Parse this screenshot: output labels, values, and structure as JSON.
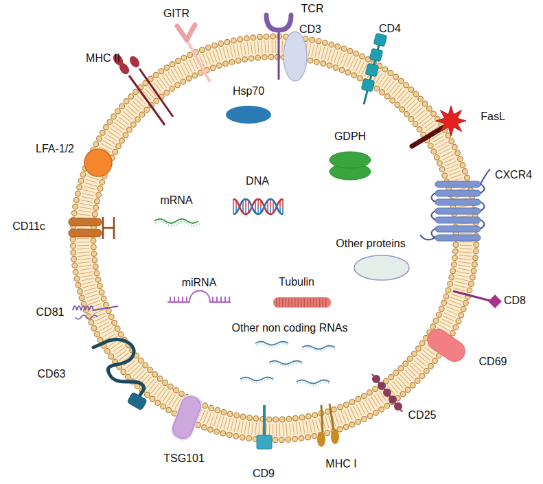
{
  "diagram": {
    "labels": [
      "TCR",
      "GITR",
      "CD3",
      "CD4",
      "MHC II",
      "Hsp70",
      "FasL",
      "GDPH",
      "LFA-1/2",
      "DNA",
      "mRNA",
      "CXCR4",
      "CD11c",
      "Other proteins",
      "miRNA",
      "Tubulin",
      "CD8",
      "CD81",
      "Other non coding RNAs",
      "CD69",
      "CD63",
      "CD25",
      "TSG101",
      "CD9",
      "MHC I"
    ]
  }
}
